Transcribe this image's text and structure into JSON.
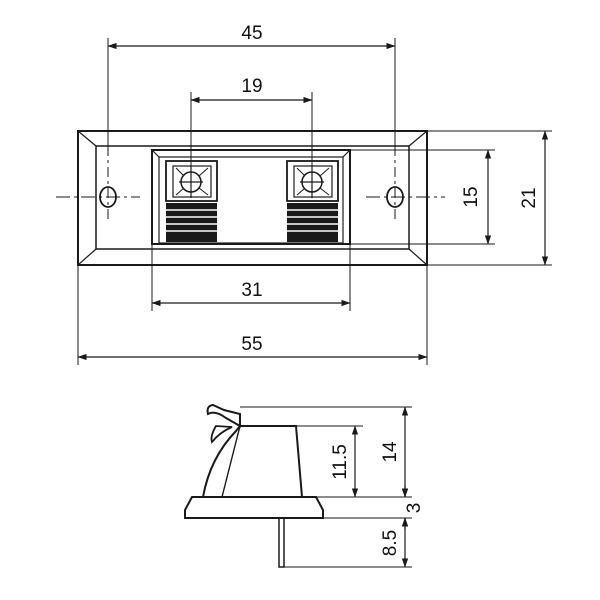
{
  "drawing": {
    "top_view": {
      "dimensions": {
        "hole_spacing": "45",
        "terminal_spacing": "19",
        "opening_width": "31",
        "overall_width": "55",
        "opening_height": "15",
        "overall_height": "21"
      }
    },
    "side_view": {
      "dimensions": {
        "body_height": "11.5",
        "total_height": "14",
        "flange_thickness": "3",
        "pin_length": "8.5"
      }
    }
  }
}
